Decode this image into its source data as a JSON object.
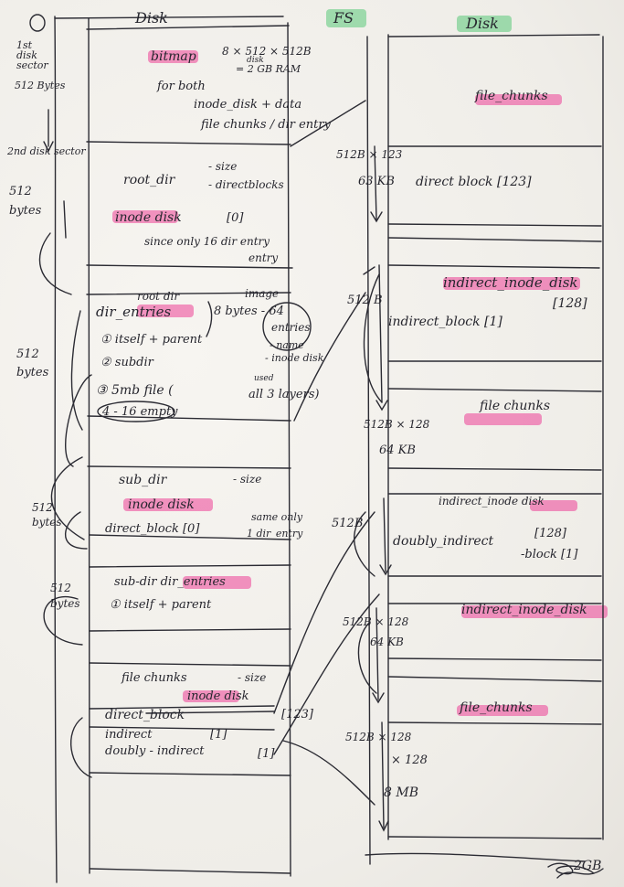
{
  "headers": {
    "disk_left": "Disk",
    "fs": "FS",
    "disk_right": "Disk",
    "circle": "0"
  },
  "left": {
    "sector1": "1st disk sector",
    "bytes512_a": "512 Bytes",
    "bitmap": "bitmap",
    "bitmap_calc": "8 × 512 × 512B",
    "bitmap_size": "= 2 GB RAM",
    "bitmap_disk": "disk",
    "bitmap_for": "for both",
    "bitmap_items": "inode_disk + data",
    "bitmap_items2": "file chunks / dir entry",
    "sector2": "2nd disk sector",
    "bytes512_b": "512 bytes",
    "root_dir": "root_dir",
    "size1": "- size",
    "directblocks": "- directblocks",
    "inode_disk1": "inode disk",
    "zero_idx": "[0]",
    "since_only": "since only 16 dir entry",
    "entry": "entry",
    "rootdir_label": "root dir",
    "image": "image",
    "dir_entries": "dir_entries",
    "entries_calc": "8 bytes - 64",
    "entries": "entries",
    "bytes512_c": "512 bytes",
    "e1": "① itself + parent",
    "e1_name": "- name",
    "e2": "② subdir",
    "e2_inode": "- inode disk",
    "e3": "③ 5mb file (",
    "e3_used": "used",
    "e3_all": "all 3 layers)",
    "e4": "4 - 16 empty",
    "subdir": "sub_dir",
    "size2": "- size",
    "inode_disk2": "inode disk",
    "direct_block0": "direct_block [0]",
    "same_only": "same only",
    "one_entry": "1 dir_entry",
    "bytes512_d": "512 bytes",
    "bytes512_e": "512 bytes",
    "subdir_entries": "sub-dir dir_entries",
    "subdir_e1": "① itself + parent",
    "file_chunks": "file chunks",
    "size3": "- size",
    "inode_disk3": "inode disk",
    "direct_block": "direct_block",
    "idx123": "[123]",
    "indirect": "indirect",
    "idx1a": "[1]",
    "doubly": "doubly - indirect",
    "idx1b": "[1]"
  },
  "right": {
    "file_chunks1": "file_chunks",
    "calc1": "512B × 123",
    "calc1b": "63 KB",
    "direct_block": "direct block [123]",
    "indirect_inode": "indirect_inode_disk",
    "bytes512": "512 B",
    "idx128": "[128]",
    "indirect_block": "indirect_block [1]",
    "calc2": "512B × 128",
    "calc2b": "64 KB",
    "file_chunks2": "file chunks",
    "indirect_inode2": "indirect_inode disk",
    "bytes512b": "512B",
    "doubly": "doubly_indirect",
    "idx128b": "[128]",
    "block1": "-block [1]",
    "calc3": "512B × 128",
    "calc3b": "64 KB",
    "indirect_inode3": "indirect_inode_disk",
    "file_chunks3": "file_chunks",
    "calc4": "512B × 128",
    "calc4b": "× 128",
    "calc4c": "8 MB",
    "gb": "2GB"
  }
}
